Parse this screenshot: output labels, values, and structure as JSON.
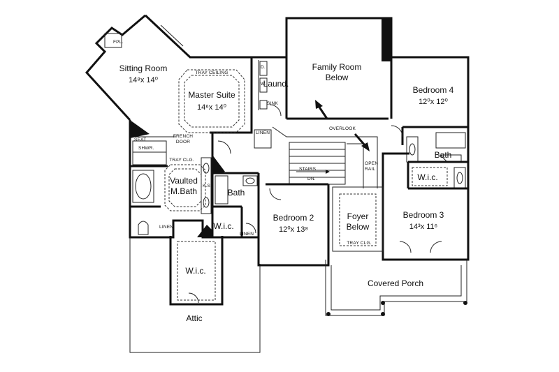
{
  "rooms": {
    "sitting_room": {
      "name": "Sitting Room",
      "dim": "14⁸x 14⁰"
    },
    "master_suite": {
      "name": "Master Suite",
      "dim": "14⁶x 14⁰"
    },
    "family_room": {
      "name": "Family Room",
      "sub": "Below"
    },
    "laundry": {
      "name": "Laund."
    },
    "bedroom4": {
      "name": "Bedroom 4",
      "dim": "12⁰x 12⁰"
    },
    "vaulted_bath": {
      "line1": "Vaulted",
      "line2": "M.Bath"
    },
    "bath_center": {
      "name": "Bath"
    },
    "bath_right": {
      "name": "Bath"
    },
    "wic_center": {
      "name": "W.i.c."
    },
    "wic_right": {
      "name": "W.i.c."
    },
    "wic_master": {
      "name": "W.i.c."
    },
    "bedroom2": {
      "name": "Bedroom 2",
      "dim": "12⁰x 13⁸"
    },
    "foyer": {
      "name": "Foyer",
      "sub": "Below"
    },
    "bedroom3": {
      "name": "Bedroom 3",
      "dim": "14³x 11⁶"
    },
    "covered_porch": {
      "name": "Covered Porch"
    },
    "attic": {
      "name": "Attic"
    }
  },
  "notes": {
    "fpl": "FPL.",
    "tray_ceiling": "TRAY CEILING",
    "french_door": "FRENCH",
    "french_door2": "DOOR",
    "seat": "SEAT",
    "shwr": "SHWR.",
    "tray_clg_bath": "TRAY CLG.",
    "ks": "K.S",
    "linen_1": "LINEN",
    "linen_2": "LINEN",
    "linen_3": "LINEN",
    "sink": "SINK",
    "d": "D.",
    "w": "W.",
    "overlook": "OVERLOOK",
    "open_rail": "OPEN",
    "open_rail2": "RAIL",
    "stairs": "STAIRS",
    "dn": "DN.",
    "tray_clg_foyer": "TRAY CLG."
  }
}
